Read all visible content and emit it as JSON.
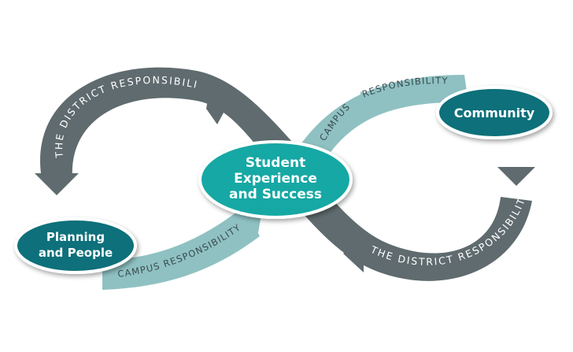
{
  "nodes": {
    "center": {
      "line1": "Student",
      "line2": "Experience",
      "line3": "and Success"
    },
    "left": {
      "line1": "Planning",
      "line2": "and People"
    },
    "right": {
      "line1": "Community"
    }
  },
  "bands": {
    "district_top_left": "THE DISTRICT RESPONSIBILITY",
    "district_bottom_right": "THE DISTRICT RESPONSIBILITY",
    "campus_bottom_left": "CAMPUS RESPONSIBILITY",
    "campus_top_right_a": "CAMPUS",
    "campus_top_right_b": "RESPONSIBILITY"
  },
  "colors": {
    "dark_band": "#5f6b6e",
    "light_band": "#8fc1c2",
    "center_fill": "#17a8a4",
    "node_fill": "#0f6f7a",
    "node_border": "#ffffff"
  }
}
